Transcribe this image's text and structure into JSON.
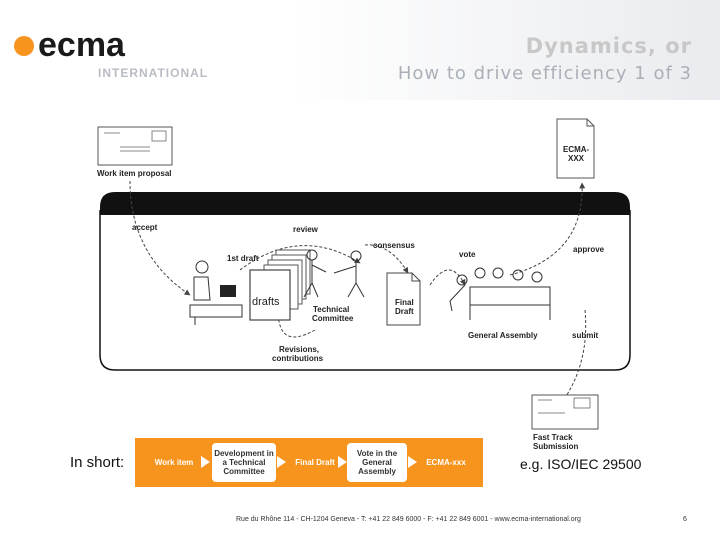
{
  "header": {
    "logo_text": "ecma",
    "logo_subtext": "INTERNATIONAL",
    "title": "Dynamics, or",
    "subtitle": "How to drive efficiency 1 of 3"
  },
  "diagram": {
    "work_item_proposal": "Work item proposal",
    "ecma_doc_line1": "ECMA-",
    "ecma_doc_line2": "XXX",
    "accept": "accept",
    "review": "review",
    "consensus": "consensus",
    "vote": "vote",
    "approve": "approve",
    "first_draft": "1st draft",
    "drafts": "drafts",
    "technical_committee_line1": "Technical",
    "technical_committee_line2": "Committee",
    "final_draft_line1": "Final",
    "final_draft_line2": "Draft",
    "general_assembly": "General Assembly",
    "submit": "submit",
    "revisions_line1": "Revisions,",
    "revisions_line2": "contributions",
    "fast_track_line1": "Fast Track",
    "fast_track_line2": "Submission"
  },
  "summary": {
    "in_short": "In short:",
    "steps": {
      "work_item": "Work item",
      "development": "Development in a Technical Committee",
      "final_draft": "Final Draft",
      "vote": "Vote in the General Assembly",
      "ecma_xxx": "ECMA-xxx"
    },
    "example": "e.g. ISO/IEC 29500"
  },
  "footer": {
    "address": "Rue du Rhône 114 - CH-1204 Geneva - T: +41 22 849 6000 - F: +41 22 849 6001 - www.ecma-international.org",
    "page_number": "6"
  },
  "colors": {
    "logo_orange": "#f7941d",
    "logo_text": "#1a1a1a",
    "flow_bar": "#f7941d",
    "title_gray": "#c8c8c8"
  }
}
